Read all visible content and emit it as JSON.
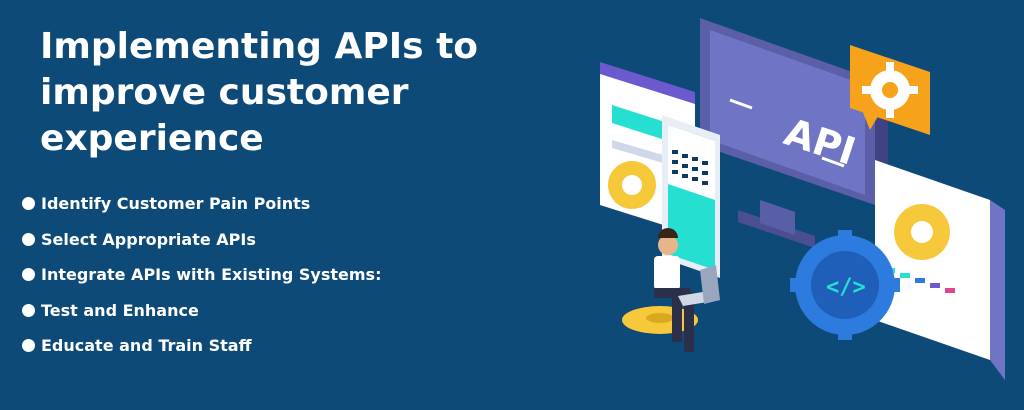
{
  "headline": "Implementing APIs to improve customer experience",
  "points": [
    "Identify Customer Pain Points",
    "Select Appropriate APIs",
    "Integrate APIs with Existing Systems:",
    "Test and Enhance",
    "Educate and Train Staff"
  ],
  "illustration": {
    "monitor_label": "API",
    "code_symbol": "</>",
    "icons": [
      "gear-icon",
      "code-gear-icon",
      "laptop-icon"
    ],
    "colors": {
      "background": "#0d4a78",
      "monitor": "#5a5fa8",
      "accent_orange": "#f7a21b",
      "accent_yellow": "#f6c93a",
      "accent_teal": "#25e0d0",
      "accent_blue": "#2e7be0"
    }
  }
}
